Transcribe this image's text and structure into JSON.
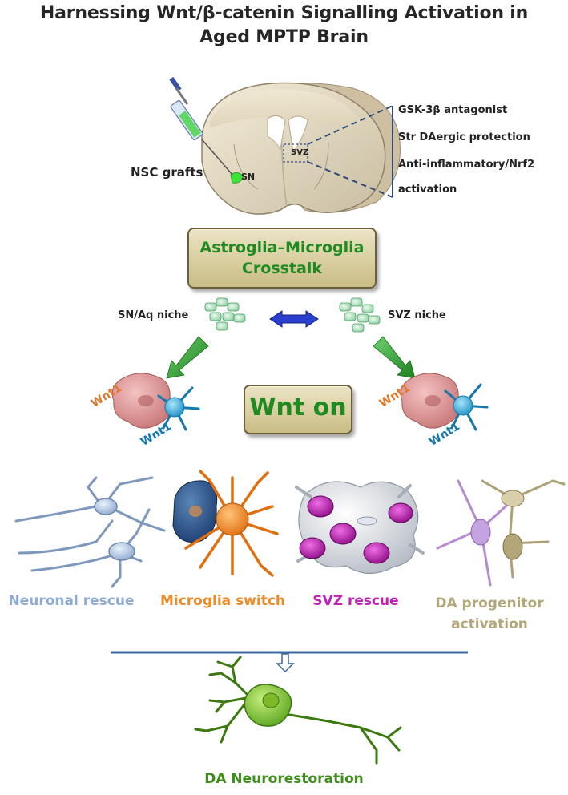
{
  "title": {
    "line1": "Harnessing Wnt/β-catenin Signalling Activation in",
    "line2": "Aged MPTP Brain"
  },
  "brain": {
    "nsc_label": "NSC grafts",
    "sn_label": "SN",
    "svz_label": "SVZ",
    "effects": [
      "GSK-3β  antagonist",
      "Str DAergic protection",
      "Anti-inflammatory/Nrf2",
      "activation"
    ]
  },
  "crosstalk_box": {
    "line1": "Astroglia–Microglia",
    "line2": "Crosstalk"
  },
  "niches": {
    "left": "SN/Aq niche",
    "right": "SVZ niche"
  },
  "wnt": {
    "box_label": "Wnt on",
    "left_orange": "Wnt1",
    "left_blue": "Wnt1",
    "right_orange": "Wnt1",
    "right_blue": "Wnt1"
  },
  "outcomes": [
    {
      "line1": "Neuronal rescue",
      "line2": "",
      "color": "#8eaad8"
    },
    {
      "line1": "Microglia switch",
      "line2": "",
      "color": "#f08a24"
    },
    {
      "line1": "SVZ rescue",
      "line2": "",
      "color": "#c21fb8"
    },
    {
      "line1": "DA progenitor",
      "line2": "activation",
      "color": "#b3a77a"
    }
  ],
  "result": {
    "label": "DA Neurorestoration",
    "color": "#3e8e1a"
  },
  "colors": {
    "green_text": "#1f8a1f",
    "arrow_blue": "#2a3fd0",
    "arrow_green": "#2d9a2d",
    "dash_blue": "#2f4a7a",
    "bar_blue": "#3f68a3"
  }
}
